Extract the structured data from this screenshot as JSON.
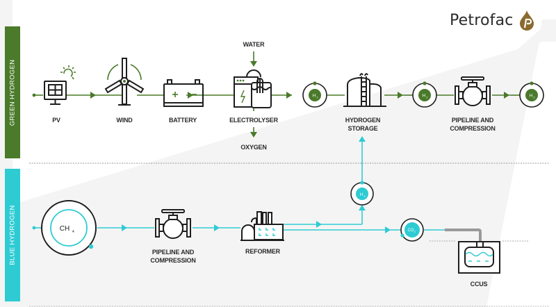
{
  "brand": {
    "name": "Petrofac",
    "logo_icon": "oil-drop-p-icon",
    "logo_color": "#8b6a2f"
  },
  "colors": {
    "green": "#4a7a2a",
    "blue": "#2ecbd3",
    "ink": "#1e1e1e",
    "pipe_grey": "#9a9a9a",
    "shade": "#f3f3f3"
  },
  "green_hydrogen": {
    "band_label": "GREEN HYDROGEN",
    "inputs": [
      {
        "label": "WATER",
        "icon": "arrow-down-icon"
      }
    ],
    "outputs": [
      {
        "label": "OXYGEN",
        "icon": "arrow-down-icon"
      }
    ],
    "stages": [
      {
        "id": "pv",
        "label": "PV",
        "icon": "solar-panel-icon"
      },
      {
        "id": "wind",
        "label": "WIND",
        "icon": "wind-turbine-icon"
      },
      {
        "id": "battery",
        "label": "BATTERY",
        "icon": "battery-icon"
      },
      {
        "id": "electrolyser",
        "label": "ELECTROLYSER",
        "icon": "electrolyser-icon"
      },
      {
        "id": "h2-1",
        "label": "H2",
        "icon": "h2-molecule-icon"
      },
      {
        "id": "storage",
        "label_line1": "HYDROGEN",
        "label_line2": "STORAGE",
        "icon": "storage-tank-icon"
      },
      {
        "id": "h2-2",
        "label": "H2",
        "icon": "h2-molecule-icon"
      },
      {
        "id": "pipeline",
        "label_line1": "PIPELINE AND",
        "label_line2": "COMPRESSION",
        "icon": "pipeline-valve-icon"
      },
      {
        "id": "h2-3",
        "label": "H2",
        "icon": "h2-molecule-icon"
      }
    ]
  },
  "blue_hydrogen": {
    "band_label": "BLUE HYDROGEN",
    "stages": [
      {
        "id": "ch4",
        "label": "CH",
        "subscript": "4",
        "icon": "ch4-molecule-icon"
      },
      {
        "id": "pipeline",
        "label_line1": "PIPELINE AND",
        "label_line2": "COMPRESSION",
        "icon": "pipeline-valve-icon"
      },
      {
        "id": "reformer",
        "label": "REFORMER",
        "icon": "reformer-plant-icon"
      },
      {
        "id": "h2",
        "label": "H",
        "subscript": "2",
        "icon": "h2-molecule-icon"
      },
      {
        "id": "co2",
        "label": "CO",
        "subscript": "2",
        "icon": "co2-molecule-icon"
      },
      {
        "id": "ccus",
        "label": "CCUS",
        "icon": "ccus-storage-icon"
      }
    ]
  }
}
